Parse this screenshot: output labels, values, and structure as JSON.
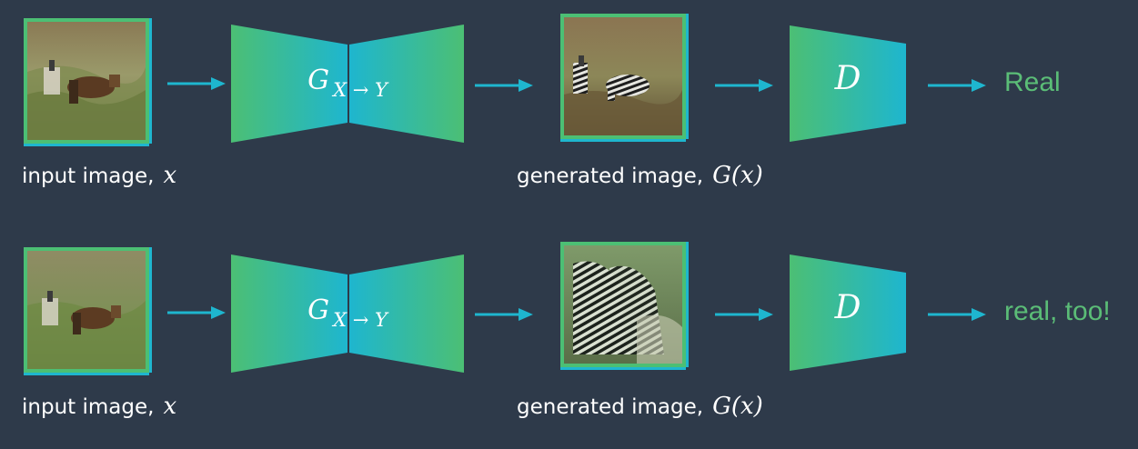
{
  "colors": {
    "background": "#2e3a4a",
    "green": "#4cbf74",
    "cyan": "#1eb6cf",
    "verdict_text": "#5bbd77",
    "caption_text": "#ffffff"
  },
  "rows": [
    {
      "input_caption": "input image,",
      "input_var": "x",
      "generator": {
        "symbol": "G",
        "subscript": "X → Y"
      },
      "generated_caption": "generated image,",
      "generated_var": "G(x)",
      "discriminator": "D",
      "verdict": "Real"
    },
    {
      "input_caption": "input image,",
      "input_var": "x",
      "generator": {
        "symbol": "G",
        "subscript": "X → Y"
      },
      "generated_caption": "generated image,",
      "generated_var": "G(x)",
      "discriminator": "D",
      "verdict": "real, too!"
    }
  ]
}
